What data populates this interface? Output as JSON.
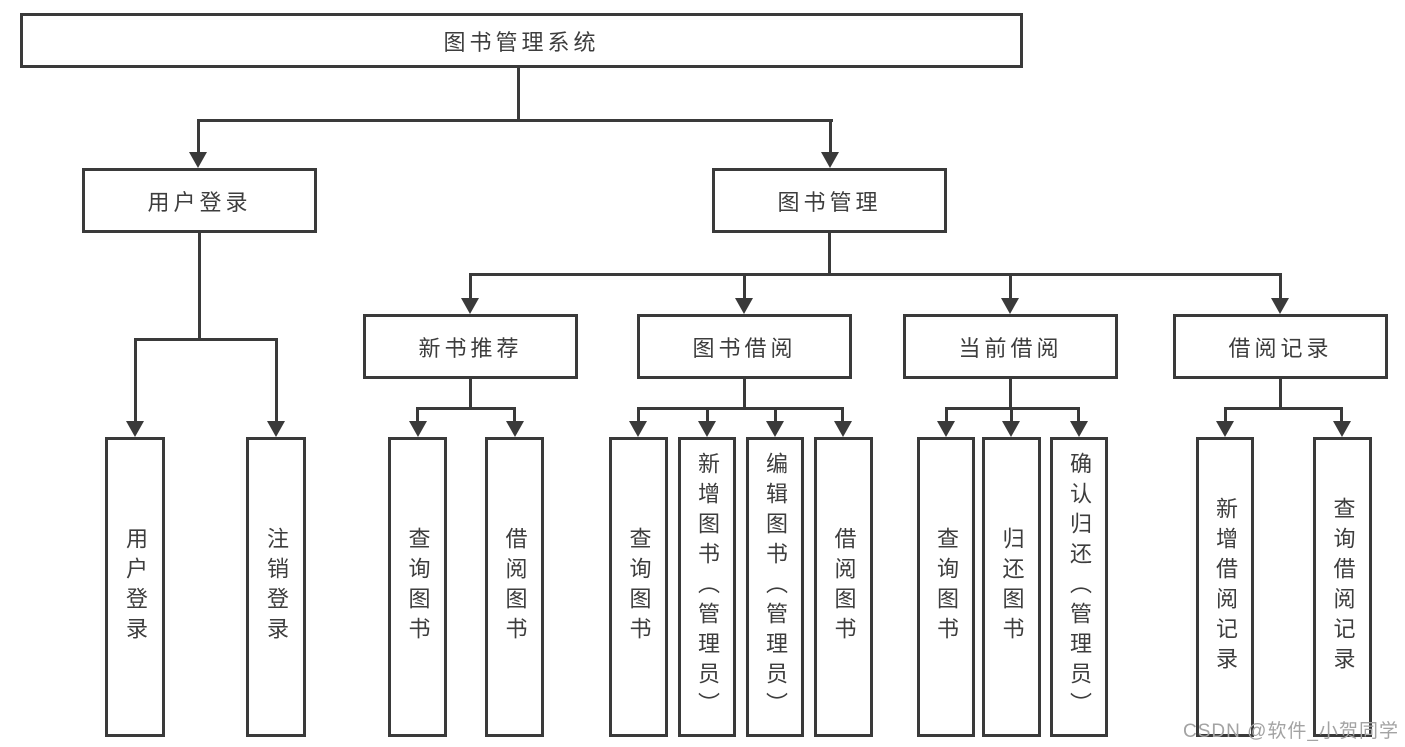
{
  "tree": {
    "label": "图书管理系统",
    "children": [
      {
        "label": "用户登录",
        "children": [
          {
            "label": "用户登录"
          },
          {
            "label": "注销登录"
          }
        ]
      },
      {
        "label": "图书管理",
        "children": [
          {
            "label": "新书推荐",
            "children": [
              {
                "label": "查询图书"
              },
              {
                "label": "借阅图书"
              }
            ]
          },
          {
            "label": "图书借阅",
            "children": [
              {
                "label": "查询图书"
              },
              {
                "label": "新增图书（管理员）"
              },
              {
                "label": "编辑图书（管理员）"
              },
              {
                "label": "借阅图书"
              }
            ]
          },
          {
            "label": "当前借阅",
            "children": [
              {
                "label": "查询图书"
              },
              {
                "label": "归还图书"
              },
              {
                "label": "确认归还（管理员）"
              }
            ]
          },
          {
            "label": "借阅记录",
            "children": [
              {
                "label": "新增借阅记录"
              },
              {
                "label": "查询借阅记录"
              }
            ]
          }
        ]
      }
    ]
  },
  "watermark": "CSDN @软件_小贺同学",
  "colors": {
    "line": "#3a3a3a",
    "text": "#3d3d3d",
    "background": "#ffffff",
    "watermark": "#a3a3a3"
  }
}
